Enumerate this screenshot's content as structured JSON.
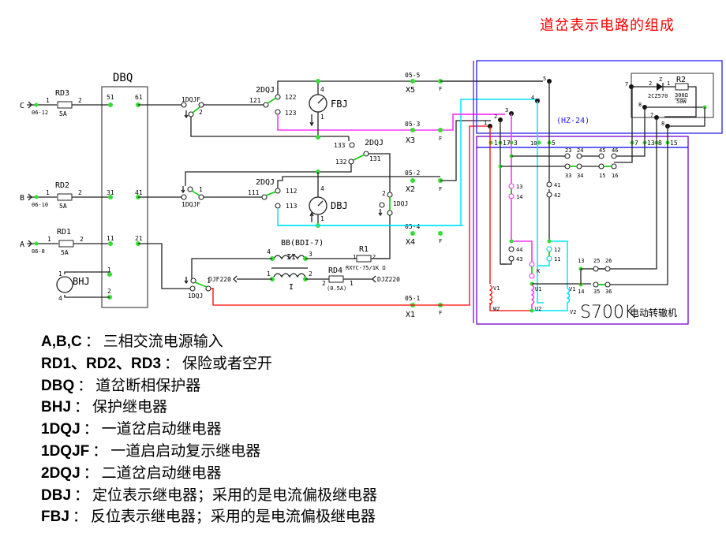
{
  "title": "道岔表示电路的组成",
  "diagram": {
    "dbq_label": "DBQ",
    "dbq_pins": [
      "51",
      "61",
      "31",
      "41",
      "11",
      "21",
      "1",
      "2"
    ],
    "inputs": [
      {
        "phase": "C",
        "terminal": "06-12",
        "fuse": "RD3",
        "rating": "5A"
      },
      {
        "phase": "B",
        "terminal": "06-10",
        "fuse": "RD2",
        "rating": "5A"
      },
      {
        "phase": "A",
        "terminal": "06-8",
        "fuse": "RD1",
        "rating": "5A"
      }
    ],
    "fuse_pin_in": "1",
    "fuse_pin_out": "2",
    "bhj_label": "BHJ",
    "bhj_pins": [
      "1",
      "4"
    ],
    "relays": {
      "dqjf": "1DQJF",
      "dqj": "1DQJ",
      "dqj2": "2DQJ",
      "fbj": "FBJ",
      "dbj": "DBJ"
    },
    "contacts": {
      "c121": "121",
      "c122": "122",
      "c123": "123",
      "c131": "131",
      "c132": "132",
      "c133": "133",
      "c111": "111",
      "c112": "112",
      "c113": "113",
      "p1": "1",
      "p2": "2",
      "p4": "4"
    },
    "terminals": [
      {
        "code": "05-5",
        "name": "X5"
      },
      {
        "code": "05-3",
        "name": "X3"
      },
      {
        "code": "05-2",
        "name": "X2"
      },
      {
        "code": "05-4",
        "name": "X4"
      },
      {
        "code": "05-1",
        "name": "X1"
      }
    ],
    "f_label": "F",
    "transformer": {
      "label": "BB(BDI-7)",
      "secondary": "II",
      "primary": "I",
      "pins": [
        "4",
        "3",
        "1",
        "2"
      ]
    },
    "r1": {
      "label": "R1",
      "spec": "RXYC-75/1K Ω",
      "pins": [
        "1",
        "2"
      ]
    },
    "rd4": {
      "label": "RD4",
      "rating": "(0.5A)",
      "pins": [
        "2",
        "1"
      ]
    },
    "djf": "DJF220",
    "djz": "DJZ220",
    "hz_box": {
      "label": "(HZ-24)",
      "posts": [
        "1",
        "2",
        "3",
        "4",
        "5",
        "7",
        "8",
        "7",
        "8"
      ],
      "diode": {
        "label": "2CZ570",
        "pins": [
          "2",
          "1"
        ],
        "ref": "Z"
      },
      "r2": {
        "label": "R2",
        "value": "300Ω",
        "power": "50W",
        "pins": [
          "2",
          "1"
        ]
      }
    },
    "machine": {
      "label": "S700K",
      "name": "电动转辙机",
      "terminals": [
        "1",
        "17",
        "3",
        "10",
        "5",
        "7",
        "13",
        "8",
        "15"
      ],
      "contacts_top": [
        "23",
        "24",
        "45",
        "46"
      ],
      "contacts_bottom": [
        "33",
        "34",
        "15",
        "16"
      ],
      "contacts_mid": [
        "13",
        "14",
        "41",
        "42",
        "44",
        "43",
        "12",
        "11"
      ],
      "k": "K",
      "windings": [
        "V1",
        "W2",
        "U1",
        "U2",
        "V1",
        "V2"
      ],
      "contacts_low": [
        "13",
        "25",
        "26",
        "14",
        "35",
        "36"
      ]
    }
  },
  "legend": [
    {
      "key": "A,B,C",
      "desc": "三相交流电源输入"
    },
    {
      "key": "RD1、RD2、RD3",
      "desc": "保险或者空开"
    },
    {
      "key": "DBQ",
      "desc": "道岔断相保护器"
    },
    {
      "key": "BHJ",
      "desc": "保护继电器"
    },
    {
      "key": "1DQJ",
      "desc": "一道岔启动继电器"
    },
    {
      "key": "1DQJF",
      "desc": "一道启启动复示继电器"
    },
    {
      "key": "2DQJ",
      "desc": "二道岔启动继电器"
    },
    {
      "key": "DBJ",
      "desc": "定位表示继电器；采用的是电流偏极继电器"
    },
    {
      "key": "FBJ",
      "desc": "反位表示继电器；采用的是电流偏极继电器"
    }
  ],
  "legend_sep": "："
}
